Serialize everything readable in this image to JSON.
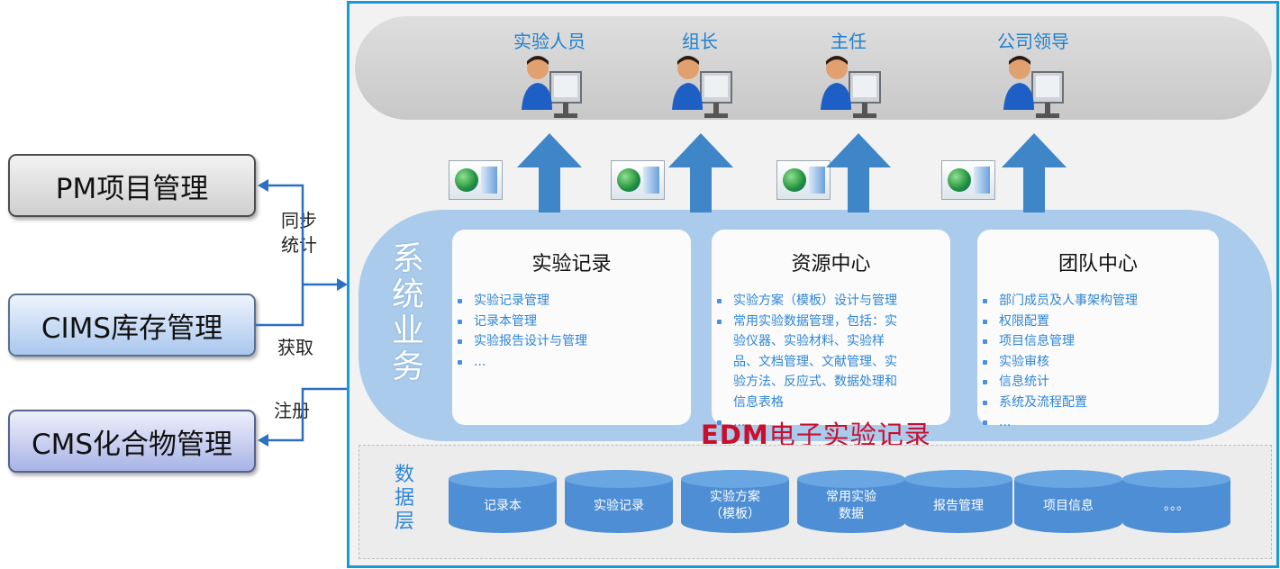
{
  "external_systems": {
    "pm": "PM项目管理",
    "cims": "CIMS库存管理",
    "cms": "CMS化合物管理"
  },
  "links": {
    "sync": [
      "同步",
      "统计"
    ],
    "fetch": "获取",
    "register": "注册"
  },
  "roles": [
    "实验人员",
    "组长",
    "主任",
    "公司领导"
  ],
  "business": {
    "title_chars": [
      "系",
      "统",
      "业",
      "务"
    ],
    "cards": [
      {
        "title": "实验记录",
        "items": [
          "实验记录管理",
          "记录本管理",
          "实验报告设计与管理",
          "..."
        ]
      },
      {
        "title": "资源中心",
        "items": [
          "实验方案（模板）设计与管理",
          "常用实验数据管理，包括：实",
          "验仪器、实验材料、实验样",
          "品、文档管理、文献管理、实",
          "验方法、反应式、数据处理和",
          "信息表格",
          "..."
        ]
      },
      {
        "title": "团队中心",
        "items": [
          "部门成员及人事架构管理",
          "权限配置",
          "项目信息管理",
          "实验审核",
          "信息统计",
          "系统及流程配置",
          "..."
        ]
      }
    ],
    "edm_latin": "EDM",
    "edm_cjk": "电子实验记录"
  },
  "data_layer": {
    "title_chars": [
      "数",
      "据",
      "层"
    ],
    "items": [
      "记录本",
      "实验记录",
      "实验方案\n（模板）",
      "常用实验\n数据",
      "报告管理",
      "项目信息",
      "。。。"
    ]
  },
  "colors": {
    "frame": "#1a9ad6",
    "accent_blue": "#2f86d6",
    "edm_red": "#c8102e",
    "band_blue": "#aacbeb",
    "cylinder": "#4e8ed4"
  }
}
